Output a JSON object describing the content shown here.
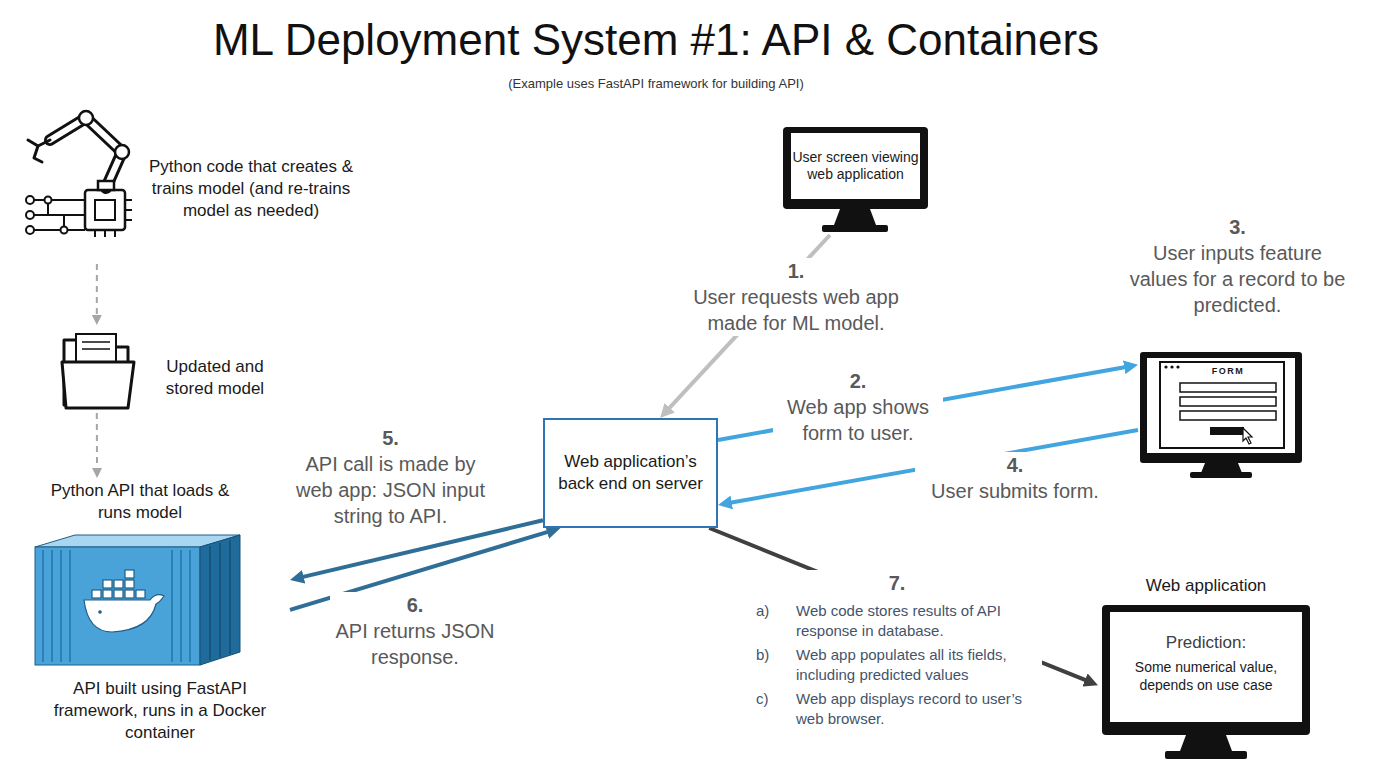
{
  "diagram": {
    "title": "ML Deployment System #1: API & Containers",
    "nodes": [
      {
        "text": [
          "Python code that creates & trains model (and re-trains model as needed)"
        ]
      },
      {
        "text": [
          "Updated and stored model"
        ]
      },
      {
        "text": [
          "Python API that loads & runs model",
          "API built using FastAPI framework, runs in a Docker container"
        ]
      },
      {
        "text": [
          "User screen viewing web application"
        ]
      },
      {
        "text": [
          "Web application’s back end on server"
        ]
      },
      {
        "text": [
          "FORM"
        ]
      },
      {
        "text": [
          "Web application",
          "Prediction:",
          "Some numerical value, depends on use case"
        ]
      }
    ],
    "edges": [
      {
        "from": 0,
        "to": 1,
        "arrow": "to"
      },
      {
        "from": 1,
        "to": 2,
        "arrow": "to"
      },
      {
        "from": 3,
        "to": 4,
        "label": "User requests web app made for ML model.",
        "arrow": "to"
      },
      {
        "from": 4,
        "to": 5,
        "label": "Web app shows form to user.",
        "arrow": "to"
      },
      {
        "from": 5,
        "to": 4,
        "label": "User submits form.",
        "arrow": "to"
      },
      {
        "from": 4,
        "to": 2,
        "label": "API call is made by web app: JSON input string to API.",
        "arrow": "to"
      },
      {
        "from": 2,
        "to": 4,
        "label": "API returns JSON response.",
        "arrow": "to"
      },
      {
        "from": 4,
        "to": 6,
        "arrow": "to"
      }
    ],
    "labels": [
      "(Example uses FastAPI framework for building API)",
      "1.",
      "2.",
      "3.",
      "User inputs feature values for a record to be predicted.",
      "4.",
      "5.",
      "6.",
      "7.",
      "a)",
      "Web code stores results of API response in database.",
      "b)",
      "Web app populates all its fields, including predicted values",
      "c)",
      "Web app displays record to user’s web browser."
    ]
  }
}
